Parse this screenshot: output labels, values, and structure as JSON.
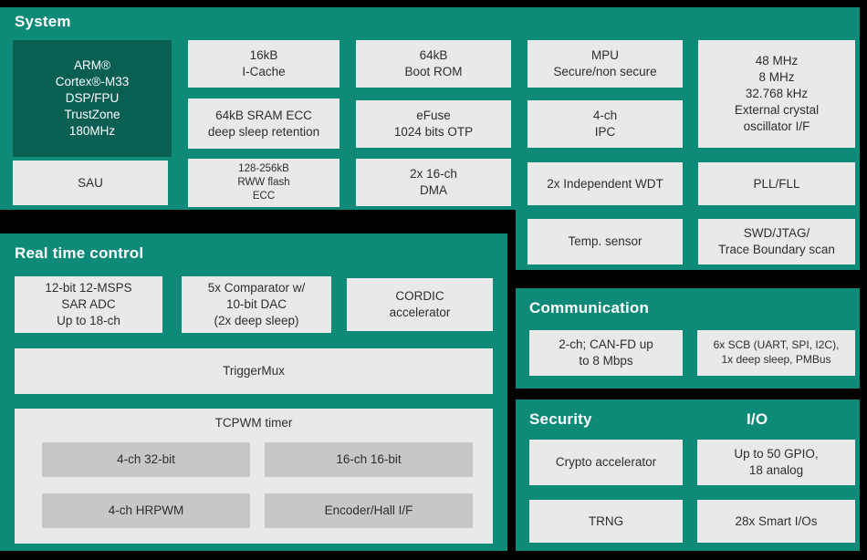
{
  "colors": {
    "background": "#000000",
    "panel_teal": "#0e8a79",
    "cpu_dark_teal": "#0a5f53",
    "block_light_gray": "#e9e9e9",
    "block_mid_gray": "#c7c7c7",
    "text_dark": "#2e2e2e",
    "text_light": "#ffffff"
  },
  "system": {
    "title": "System",
    "cpu": "ARM®\nCortex®-M33\nDSP/FPU\nTrustZone\n180MHz",
    "sau": "SAU",
    "icache": "16kB\nI-Cache",
    "sram": "64kB SRAM ECC\ndeep sleep retention",
    "flash": "128-256kB\nRWW flash\nECC",
    "bootrom": "64kB\nBoot ROM",
    "efuse": "eFuse\n1024 bits OTP",
    "dma": "2x 16-ch\nDMA",
    "mpu": "MPU\nSecure/non secure",
    "ipc": "4-ch\nIPC",
    "wdt": "2x Independent WDT",
    "temp_sensor": "Temp. sensor",
    "clocks": "48 MHz\n8 MHz\n32.768 kHz\nExternal crystal\noscillator I/F",
    "pll": "PLL/FLL",
    "swd": "SWD/JTAG/\nTrace Boundary scan"
  },
  "real_time_control": {
    "title": "Real time control",
    "adc": "12-bit 12-MSPS\nSAR ADC\nUp to 18-ch",
    "comparator": "5x Comparator w/\n10-bit DAC\n(2x deep sleep)",
    "cordic": "CORDIC\naccelerator",
    "triggermux": "TriggerMux",
    "tcpwm_title": "TCPWM timer",
    "tcpwm_1": "4-ch 32-bit",
    "tcpwm_2": "16-ch 16-bit",
    "tcpwm_3": "4-ch HRPWM",
    "tcpwm_4": "Encoder/Hall I/F"
  },
  "communication": {
    "title": "Communication",
    "canfd": "2-ch; CAN-FD up\nto 8 Mbps",
    "scb": "6x SCB (UART, SPI, I2C),\n1x deep sleep, PMBus"
  },
  "security": {
    "title": "Security",
    "crypto": "Crypto accelerator",
    "trng": "TRNG"
  },
  "io": {
    "title": "I/O",
    "gpio": "Up to 50 GPIO,\n18 analog",
    "smartio": "28x Smart I/Os"
  }
}
